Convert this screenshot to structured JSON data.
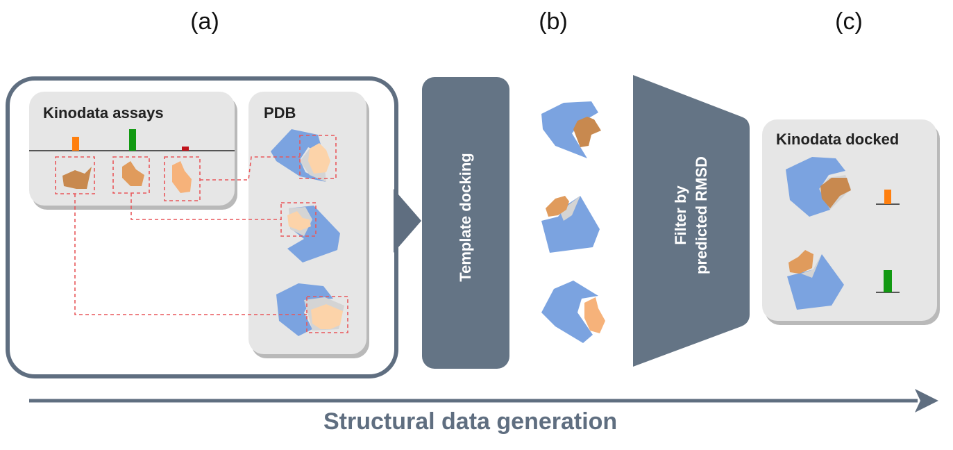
{
  "panels": {
    "a": "(a)",
    "b": "(b)",
    "c": "(c)"
  },
  "assays_card": {
    "title": "Kinodata assays"
  },
  "pdb_card": {
    "title": "PDB"
  },
  "template_docking": {
    "label": "Template docking"
  },
  "filter": {
    "line1": "Filter by",
    "line2": "predicted RMSD"
  },
  "docked_card": {
    "title": "Kinodata docked"
  },
  "footer": {
    "label": "Structural data generation"
  },
  "colors": {
    "arrow": "#5f6e80",
    "protein": "#7ba3e0",
    "ligand_dark": "#c8894f",
    "ligand_mid": "#e09b5c",
    "ligand_light": "#f6b27a",
    "ligand_pale": "#fcd3a9",
    "bar_orange": "#ff7f0e",
    "bar_green": "#129912",
    "bar_red": "#c0141c",
    "dashed": "#e8575a"
  },
  "assay_bars": [
    {
      "color": "orange",
      "level": 0.45
    },
    {
      "color": "green",
      "level": 0.7
    },
    {
      "color": "red",
      "level": 0.15
    }
  ],
  "docked_bars": [
    {
      "color": "orange",
      "level": 0.45
    },
    {
      "color": "green",
      "level": 0.8
    }
  ]
}
